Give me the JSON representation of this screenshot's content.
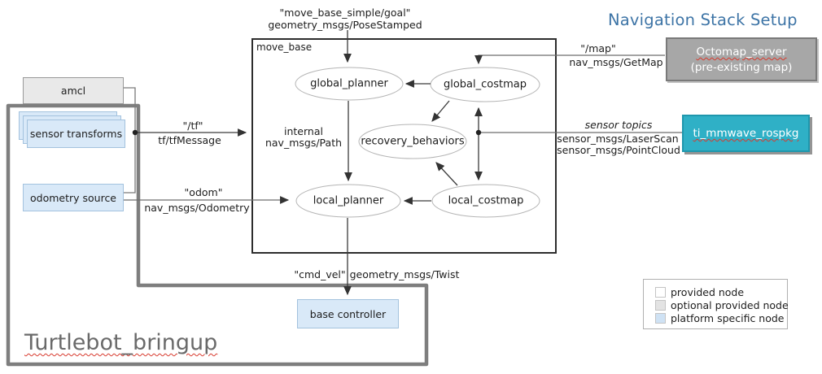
{
  "title": "Navigation Stack Setup",
  "move_base": {
    "label": "move_base",
    "nodes": {
      "global_planner": "global_planner",
      "global_costmap": "global_costmap",
      "recovery_behaviors": "recovery_behaviors",
      "local_planner": "local_planner",
      "local_costmap": "local_costmap"
    }
  },
  "left_nodes": {
    "amcl": "amcl",
    "sensor_transforms": "sensor transforms",
    "odometry_source": "odometry source"
  },
  "right_nodes": {
    "octomap_title": "Octomap_server",
    "octomap_subtitle": "(pre-existing  map)",
    "ti_mmwave": "ti_mmwave_rospkg"
  },
  "platform": {
    "base_controller": "base controller",
    "container_label": "Turtlebot_bringup"
  },
  "topics": {
    "goal": {
      "name": "\"move_base_simple/goal\"",
      "type": "geometry_msgs/PoseStamped"
    },
    "map": {
      "name": "\"/map\"",
      "type": "nav_msgs/GetMap"
    },
    "tf": {
      "name": "\"/tf\"",
      "type": "tf/tfMessage"
    },
    "internal": {
      "name": "internal",
      "type": "nav_msgs/Path"
    },
    "sensor": {
      "name": "sensor topics",
      "type1": "sensor_msgs/LaserScan",
      "type2": "sensor_msgs/PointCloud"
    },
    "odom": {
      "name": "\"odom\"",
      "type": "nav_msgs/Odometry"
    },
    "cmd_vel": {
      "name": "\"cmd_vel\"",
      "type": "geometry_msgs/Twist"
    }
  },
  "legend": {
    "items": [
      {
        "label": "provided node",
        "color": "#ffffff"
      },
      {
        "label": "optional provided node",
        "color": "#e3e3e3"
      },
      {
        "label": "platform specific node",
        "color": "#cfe2f4"
      }
    ]
  },
  "colors": {
    "title_blue": "#3d74a6",
    "node_blue_fill": "#d9e9f8",
    "node_gray_fill": "#e9e9e9",
    "octomap_gray": "#a7a7a7",
    "ti_teal": "#2fb0c6",
    "spellcheck_red": "#d83a2e"
  }
}
